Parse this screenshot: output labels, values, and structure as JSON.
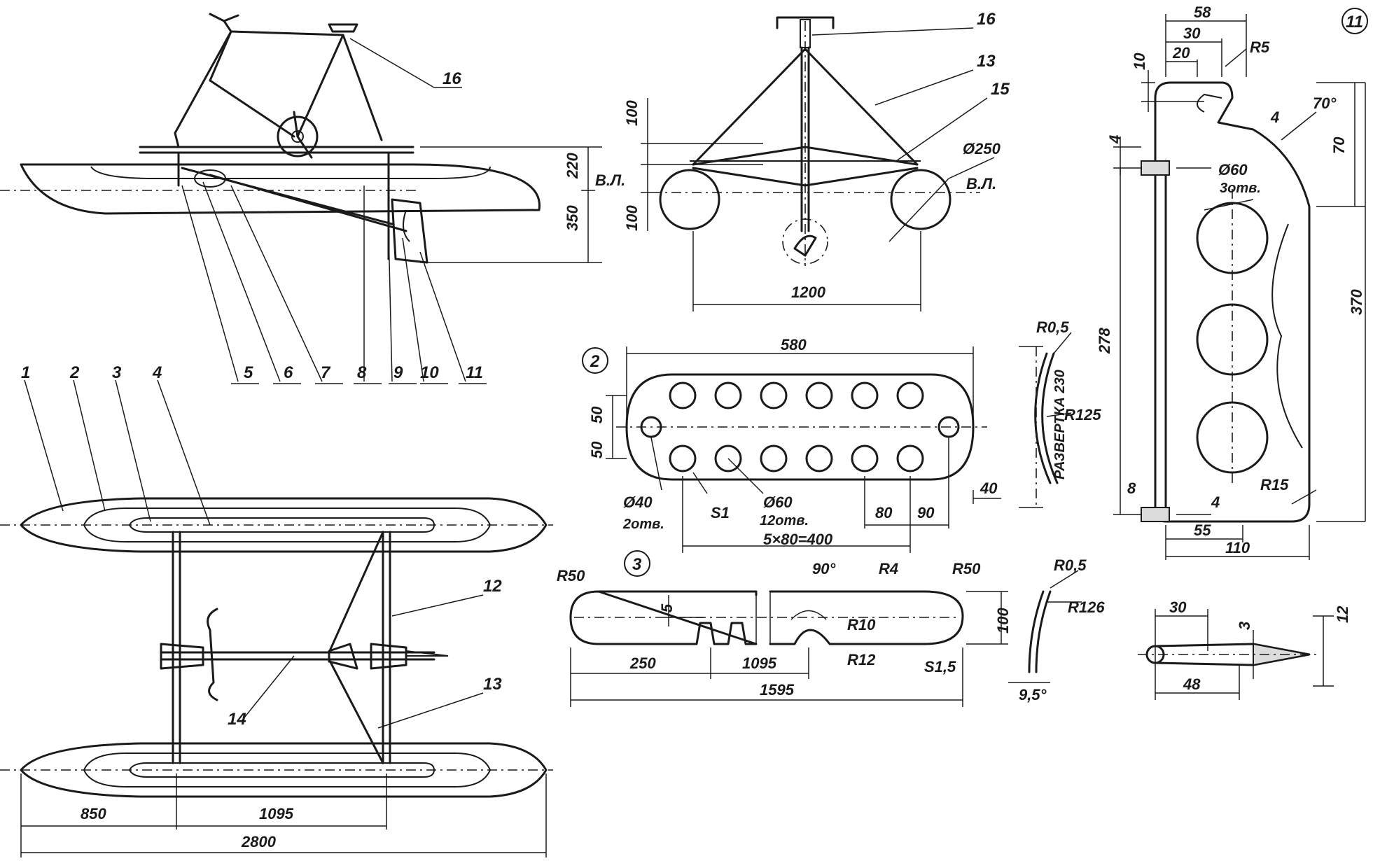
{
  "colors": {
    "ink": "#1a1a1a",
    "paper": "#ffffff",
    "shade": "#dcdcdc"
  },
  "side_view": {
    "callouts": [
      "5",
      "6",
      "7",
      "8",
      "9",
      "10",
      "11",
      "16"
    ],
    "dims": [
      "220",
      "350"
    ],
    "waterline": "В.Л."
  },
  "front_view": {
    "callouts": [
      "16",
      "13",
      "15"
    ],
    "dims": [
      "100",
      "100",
      "1200"
    ],
    "diameter": "Ø250",
    "waterline": "В.Л."
  },
  "plan_view": {
    "callouts": [
      "1",
      "2",
      "3",
      "4",
      "12",
      "13",
      "14"
    ],
    "dims": [
      "850",
      "1095",
      "2800"
    ]
  },
  "part2": {
    "number": "2",
    "dims": [
      "580",
      "50",
      "50",
      "Ø40",
      "2отв.",
      "S1",
      "Ø60",
      "12отв.",
      "80",
      "90",
      "40",
      "5×80=400"
    ],
    "development": "РАЗВЕРТКА 230",
    "radii": [
      "R0,5",
      "R125"
    ]
  },
  "part3": {
    "number": "3",
    "dims": [
      "R50",
      "90°",
      "R4",
      "R50",
      "5",
      "R10",
      "100",
      "R12",
      "250",
      "1095",
      "S1,5",
      "1595"
    ],
    "side_dims": [
      "R0,5",
      "R126",
      "9,5°"
    ]
  },
  "part11": {
    "number": "11",
    "dims": [
      "58",
      "30",
      "20",
      "R5",
      "10",
      "4",
      "70°",
      "4",
      "70",
      "Ø60",
      "3отв.",
      "278",
      "370",
      "8",
      "4",
      "R15",
      "55",
      "110"
    ],
    "section_dims": [
      "30",
      "3",
      "12",
      "48"
    ]
  }
}
